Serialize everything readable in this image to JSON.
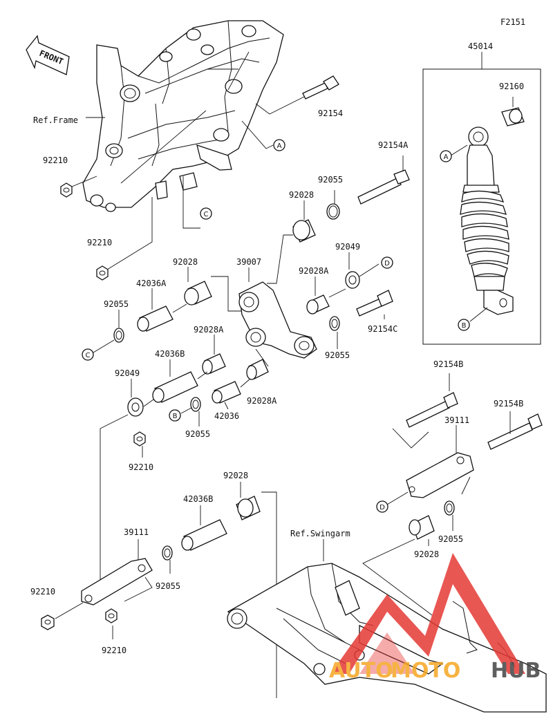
{
  "figure_code": "F2151",
  "front_label": "FRONT",
  "ref_frame": "Ref.Frame",
  "ref_swingarm": "Ref.Swingarm",
  "watermark": {
    "text_auto": "AUTO",
    "text_moto": "MOTO",
    "text_hub": "HUB",
    "color_red": "#e53935",
    "color_orange": "#f5a623",
    "color_dark": "#444444"
  },
  "callouts": {
    "a1": "A",
    "a2": "A",
    "b1": "B",
    "b2": "B",
    "c1": "C",
    "c2": "C",
    "d1": "D",
    "d2": "D"
  },
  "parts": {
    "p45014": "45014",
    "p92160": "92160",
    "p92154": "92154",
    "p92154a": "92154A",
    "p92210_1": "92210",
    "p92210_2": "92210",
    "p92210_3": "92210",
    "p92210_4": "92210",
    "p92210_5": "92210",
    "p92055_1": "92055",
    "p92055_2": "92055",
    "p92055_3": "92055",
    "p92055_4": "92055",
    "p92055_5": "92055",
    "p92055_6": "92055",
    "p92028_1": "92028",
    "p92028_2": "92028",
    "p92028_3": "92028",
    "p92028_4": "92028",
    "p92028a_1": "92028A",
    "p92028a_2": "92028A",
    "p92028a_3": "92028A",
    "p92049_1": "92049",
    "p92049_2": "92049",
    "p39007": "39007",
    "p42036a": "42036A",
    "p42036b_1": "42036B",
    "p42036b_2": "42036B",
    "p42036": "42036",
    "p92154c": "92154C",
    "p92154b_1": "92154B",
    "p92154b_2": "92154B",
    "p39111_1": "39111",
    "p39111_2": "39111"
  }
}
